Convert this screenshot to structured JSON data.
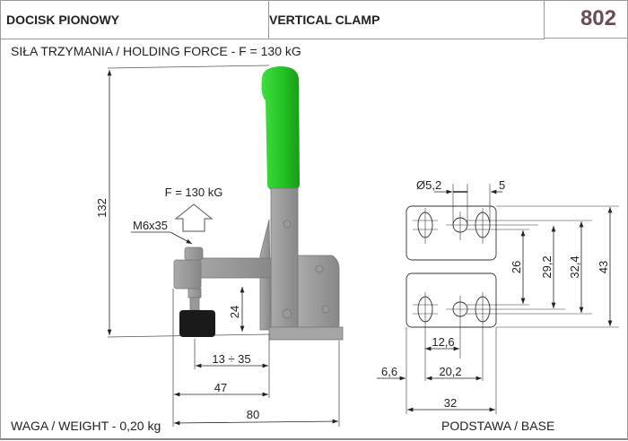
{
  "header": {
    "title_pl": "DOCISK PIONOWY",
    "title_en": "VERTICAL CLAMP",
    "model_number": "802",
    "model_color": "#6b4c5a"
  },
  "specs": {
    "holding_force": "SIŁA TRZYMANIA / HOLDING FORCE - F = 130 kG",
    "weight": "WAGA / WEIGHT - 0,20 kg",
    "base_label": "PODSTAWA / BASE"
  },
  "drawing": {
    "force_label": "F = 130 kG",
    "screw_label": "M6x35",
    "handle_color": "#2ecc2e",
    "dims": {
      "height_total": "132",
      "clamp_height": "24",
      "spindle_range": "13 ÷ 35",
      "reach": "47",
      "length_total": "80"
    }
  },
  "base": {
    "dims": {
      "hole_dia": "Ø5,2",
      "slot": "5",
      "h1": "26",
      "h2": "29,2",
      "h3": "32,4",
      "h4": "43",
      "w1": "12,6",
      "offset": "6,6",
      "w2": "20,2",
      "width": "32"
    }
  }
}
